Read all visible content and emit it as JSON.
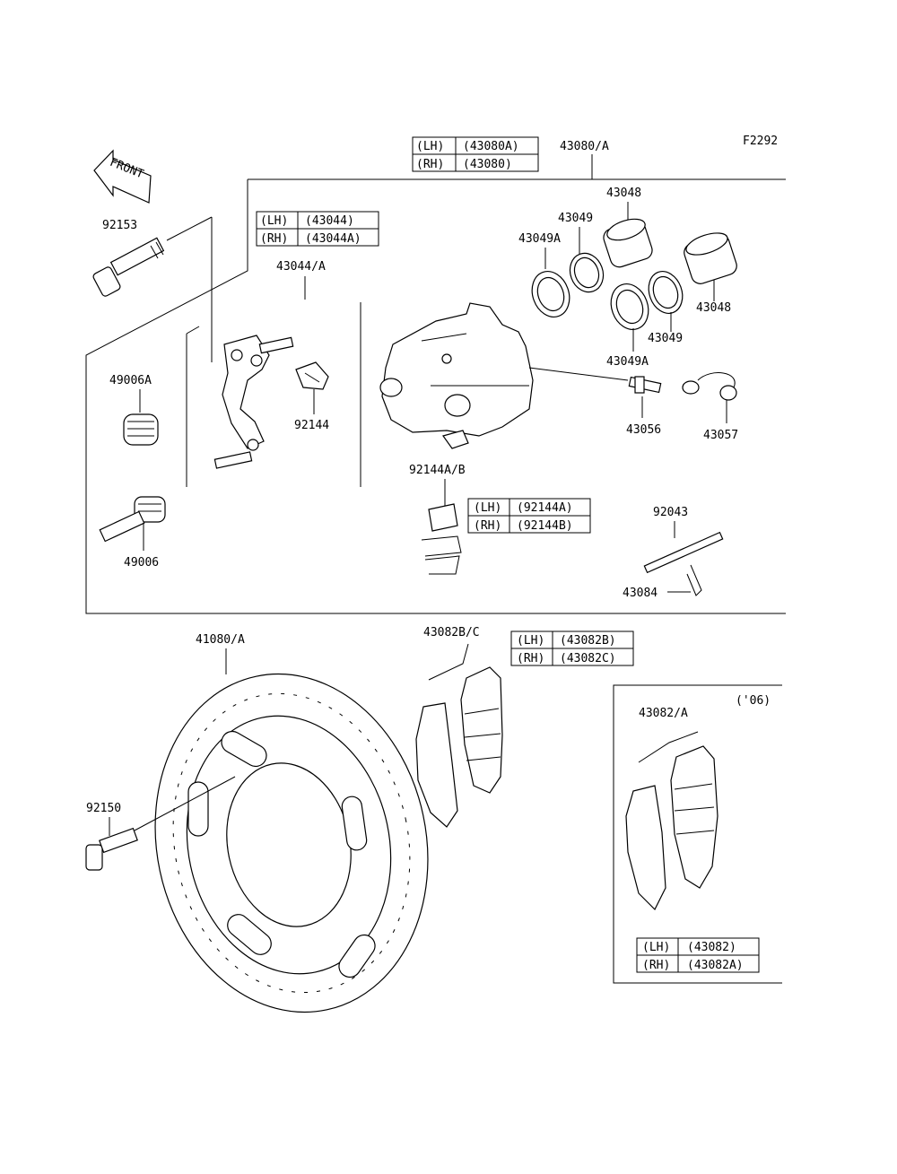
{
  "figure_code": "F2292",
  "front_label": "FRONT",
  "part_numbers": {
    "caliper_assy": "43080/A",
    "piston_a": "43048",
    "piston_b": "43048",
    "seal_49_a": "43049",
    "seal_49a_a": "43049A",
    "seal_49_b": "43049",
    "seal_49a_b": "43049A",
    "bleed_valve": "43056",
    "bleed_cap": "43057",
    "bolt_upper": "92153",
    "bracket": "43044/A",
    "boot_a": "49006A",
    "pin": "49006",
    "clip_92144": "92144",
    "spring_92144ab": "92144A/B",
    "pad_pin": "92043",
    "pin_clip": "43084",
    "disc": "41080/A",
    "disc_bolt": "92150",
    "pads_bc": "43082B/C",
    "pads_a": "43082/A",
    "year_note": "('06)"
  },
  "tables": {
    "caliper": [
      {
        "side": "(LH)",
        "part": "(43080A)"
      },
      {
        "side": "(RH)",
        "part": "(43080)"
      }
    ],
    "bracket": [
      {
        "side": "(LH)",
        "part": "(43044)"
      },
      {
        "side": "(RH)",
        "part": "(43044A)"
      }
    ],
    "spring": [
      {
        "side": "(LH)",
        "part": "(92144A)"
      },
      {
        "side": "(RH)",
        "part": "(92144B)"
      }
    ],
    "pads_bc": [
      {
        "side": "(LH)",
        "part": "(43082B)"
      },
      {
        "side": "(RH)",
        "part": "(43082C)"
      }
    ],
    "pads_a": [
      {
        "side": "(LH)",
        "part": "(43082)"
      },
      {
        "side": "(RH)",
        "part": "(43082A)"
      }
    ]
  }
}
